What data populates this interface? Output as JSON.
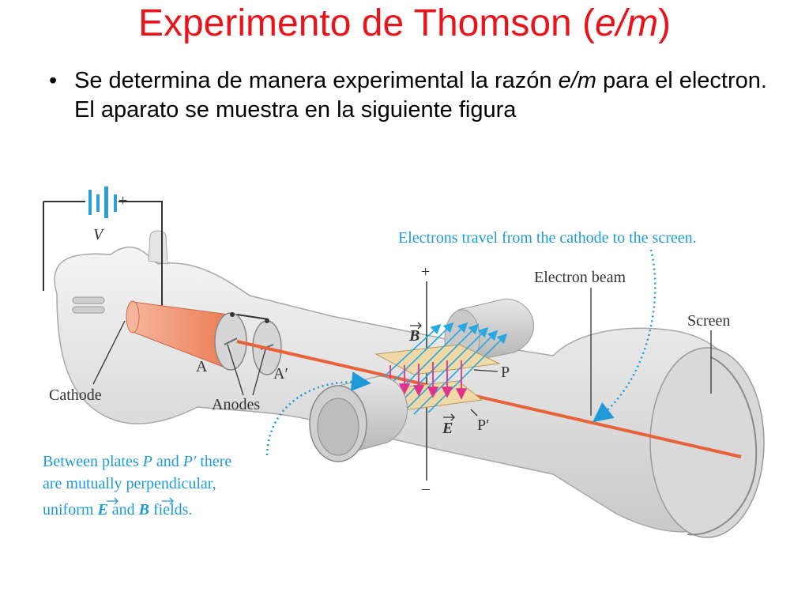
{
  "slide": {
    "title_main": "Experimento de Thomson (",
    "title_em": "e/m",
    "title_close": ")",
    "bullet_before": "Se determina de manera experimental la razón ",
    "bullet_em": "e/m",
    "bullet_after": " para el electron. El aparato se muestra en la siguiente figura"
  },
  "diagram": {
    "battery_plus": "+",
    "battery_v": "V",
    "travel_note": "Electrons travel from the cathode to the screen.",
    "electron_beam": "Electron beam",
    "screen": "Screen",
    "plus_sign": "+",
    "minus_sign": "–",
    "b_field": "B",
    "e_field": "E",
    "plate_p": "P",
    "plate_p_prime": "P′",
    "anode_a": "A",
    "anode_a_prime": "A′",
    "cathode": "Cathode",
    "anodes": "Anodes",
    "between_line1_a": "Between plates ",
    "between_line1_p": "P",
    "between_line1_b": " and ",
    "between_line1_pp": "P′",
    "between_line1_c": " there",
    "between_line2": "are mutually perpendicular,",
    "between_line3_a": "uniform ",
    "between_line3_e": "E",
    "between_line3_b": " and ",
    "between_line3_bb": "B",
    "between_line3_c": " fields."
  },
  "colors": {
    "title": "#e8141b",
    "annotation_blue": "#1f9ad6",
    "beam": "#e8623a",
    "cathode_cone": "#f4a184",
    "b_field_arrows": "#2aa8e0",
    "e_field_arrows": "#e2338a",
    "plates": "#efd9a8"
  }
}
